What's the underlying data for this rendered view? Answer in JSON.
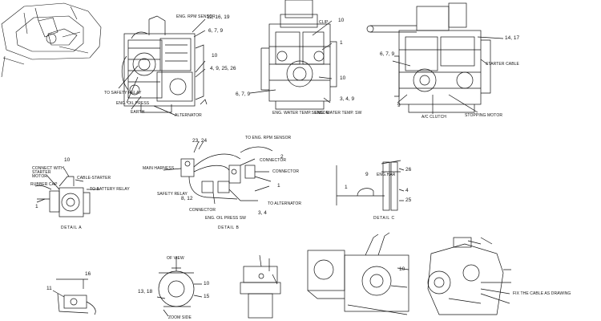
{
  "view1": {
    "callouts": [
      "11, 16, 19",
      "6, 7, 9",
      "10",
      "4, 9, 25, 26"
    ],
    "labels": {
      "eng_rpm_sensor": "ENG. RPM SENSOR",
      "to_safety_relay": "TO SAFETY RELAY",
      "eng_oil_press": "ENG. OIL PRESS",
      "earth": "EARTH",
      "alternator": "ALTERNATOR"
    }
  },
  "view2": {
    "callouts": [
      "10",
      "1",
      "10",
      "6, 7, 9",
      "3, 4, 9"
    ],
    "labels": {
      "clip": "CLIP",
      "eng_water_temp_sensor": "ENG. WATER TEMP.SENSOR",
      "eng_water_temp_sw": "ENG. WATER TEMP. SW"
    }
  },
  "view3": {
    "callouts": [
      "14, 17",
      "6, 7, 9",
      "9"
    ],
    "labels": {
      "starter_cable": "STARTER CABLE",
      "a_c_clutch": "A/C CLUTCH",
      "stopping_motor": "STOPPING MOTOR"
    }
  },
  "detail_a": {
    "callouts": [
      "10",
      "1"
    ],
    "labels": {
      "connect_with_starter_motor": "CONNECT WITH STARTER MOTOR",
      "cable_starter": "CABLE-STARTER",
      "rubber_cap": "RUBBER CAP",
      "to_battery_relay": "TO BATTERY RELAY"
    },
    "caption": "DETAIL A"
  },
  "detail_b": {
    "callouts": [
      "23, 24",
      "2",
      "1",
      "8, 12",
      "3, 4"
    ],
    "labels": {
      "to_eng_rpm_sensor": "TO ENG. RPM SENSOR",
      "main_harness": "MAIN HARNESS",
      "connector": "CONNECTOR",
      "safety_relay": "SAFETY RELAY",
      "eng_oil_press_sw": "ENG. OIL PRESS SW",
      "to_alternator": "TO ALTERNATOR"
    },
    "caption": "DETAIL B"
  },
  "detail_c": {
    "callouts": [
      "26",
      "4",
      "25",
      "9",
      "1"
    ],
    "labels": {
      "eng_harness": "ENG.HAR"
    },
    "caption": "DETAIL C"
  },
  "bottom": {
    "callouts": [
      "16",
      "11",
      "13, 18",
      "10",
      "15",
      "10"
    ],
    "labels": {
      "of_view": "OF VIEW",
      "zoom_side": "ZOOM SIDE",
      "fix_wire": "FIX THE CABLE AS DRAWING"
    }
  }
}
